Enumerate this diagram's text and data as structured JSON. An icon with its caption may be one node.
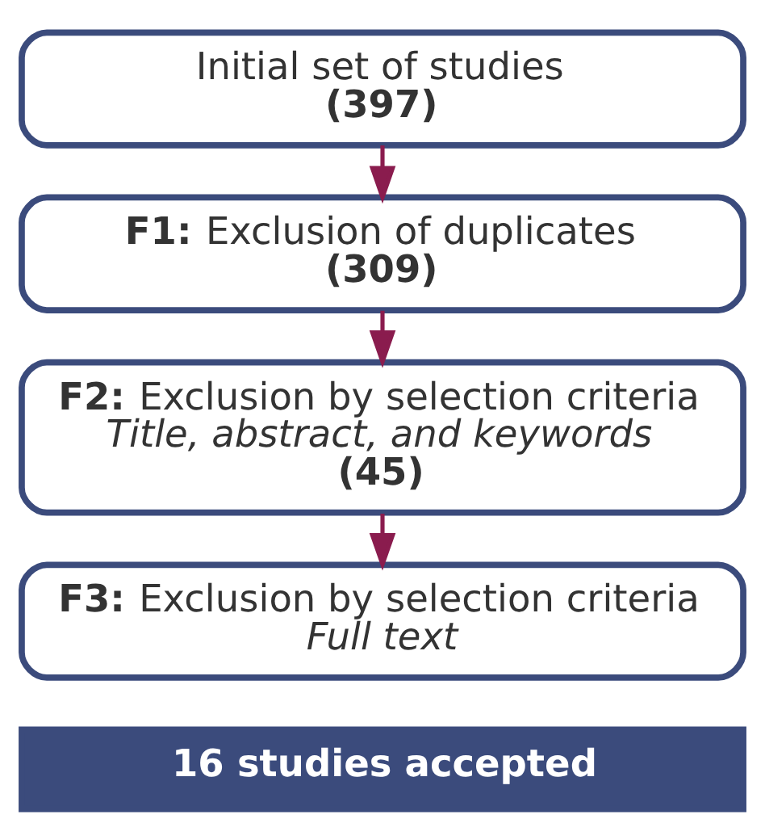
{
  "diagram": {
    "nodes": [
      {
        "text": [
          "Initial set of studies",
          "(397)"
        ]
      },
      {
        "text": [
          "**F1:** Exclusion of duplicates",
          "(309)"
        ]
      },
      {
        "text": [
          "**F2:** Exclusion by selection criteria",
          "Title, abstract, and keywords",
          "(45)"
        ]
      },
      {
        "text": [
          "**F3:** Exclusion by selection criteria",
          "Full text"
        ]
      },
      {
        "text": [
          "16 studies accepted"
        ]
      }
    ],
    "edges": [
      {
        "from": 0,
        "to": 1,
        "arrow": "to"
      },
      {
        "from": 1,
        "to": 2,
        "arrow": "to"
      },
      {
        "from": 2,
        "to": 3,
        "arrow": "to"
      }
    ]
  }
}
